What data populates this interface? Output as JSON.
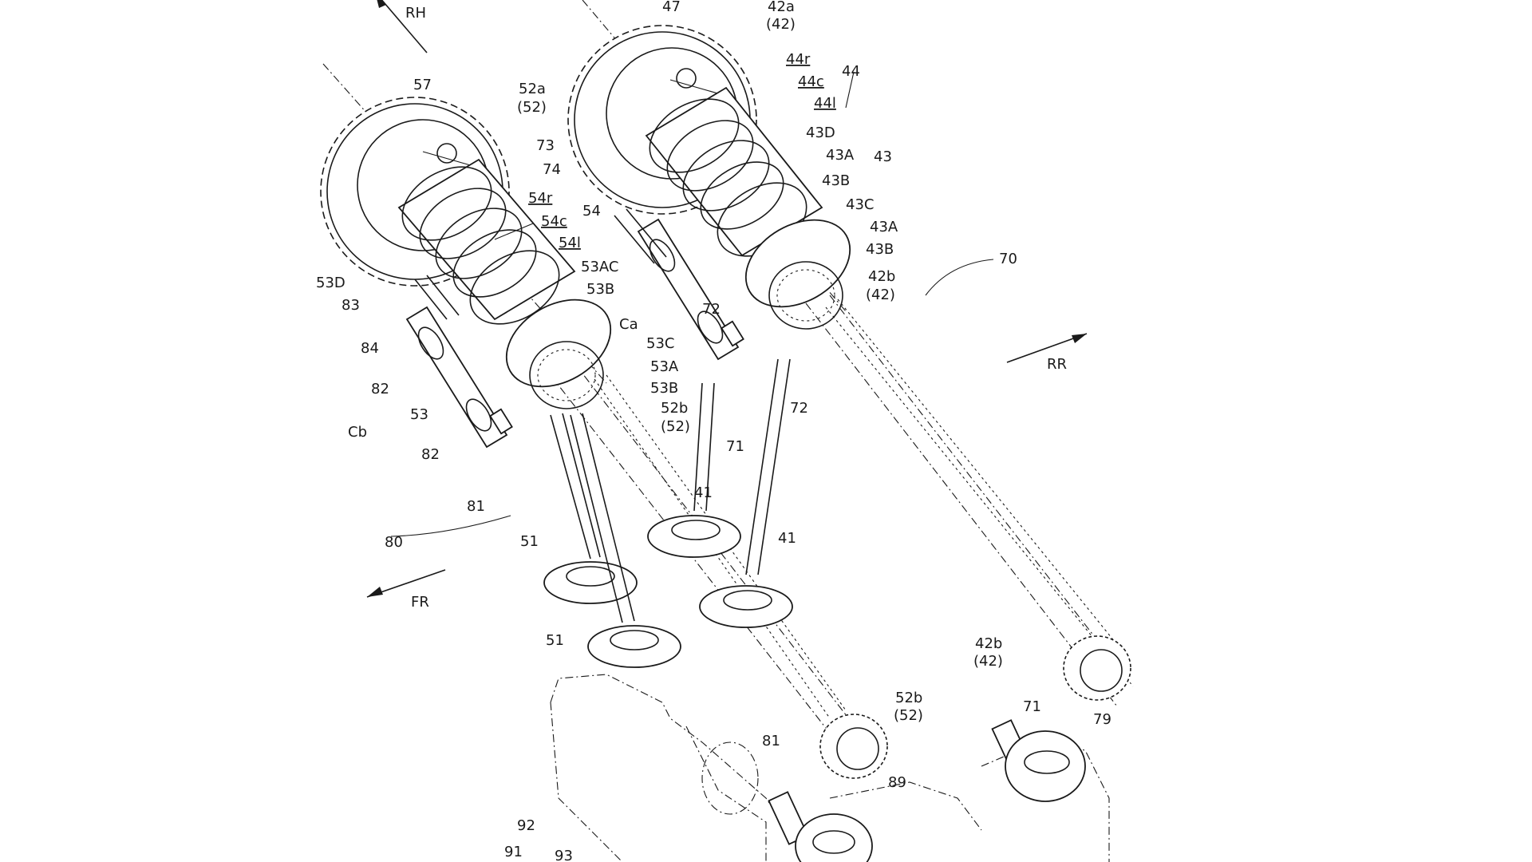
{
  "diagram": {
    "labels": [
      {
        "id": "RH",
        "text": "RH"
      },
      {
        "id": "47",
        "text": "47"
      },
      {
        "id": "42a",
        "text": "42a"
      },
      {
        "id": "42a-p",
        "text": "(42)"
      },
      {
        "id": "44r",
        "text": "44r"
      },
      {
        "id": "44",
        "text": "44"
      },
      {
        "id": "44c",
        "text": "44c"
      },
      {
        "id": "44l",
        "text": "44l"
      },
      {
        "id": "57",
        "text": "57"
      },
      {
        "id": "52a",
        "text": "52a"
      },
      {
        "id": "52a-p",
        "text": "(52)"
      },
      {
        "id": "43D",
        "text": "43D"
      },
      {
        "id": "73",
        "text": "73"
      },
      {
        "id": "43A-1",
        "text": "43A"
      },
      {
        "id": "43",
        "text": "43"
      },
      {
        "id": "74",
        "text": "74"
      },
      {
        "id": "43B-1",
        "text": "43B"
      },
      {
        "id": "54r",
        "text": "54r"
      },
      {
        "id": "43C",
        "text": "43C"
      },
      {
        "id": "54",
        "text": "54"
      },
      {
        "id": "54c",
        "text": "54c"
      },
      {
        "id": "43A-2",
        "text": "43A"
      },
      {
        "id": "54l",
        "text": "54l"
      },
      {
        "id": "43B-2",
        "text": "43B"
      },
      {
        "id": "70",
        "text": "70"
      },
      {
        "id": "53AC",
        "text": "53AC"
      },
      {
        "id": "42b-1",
        "text": "42b"
      },
      {
        "id": "53D",
        "text": "53D"
      },
      {
        "id": "53B-1",
        "text": "53B"
      },
      {
        "id": "42b-1p",
        "text": "(42)"
      },
      {
        "id": "83",
        "text": "83"
      },
      {
        "id": "72-1",
        "text": "72"
      },
      {
        "id": "Ca",
        "text": "Ca"
      },
      {
        "id": "53C",
        "text": "53C"
      },
      {
        "id": "RR",
        "text": "RR"
      },
      {
        "id": "84",
        "text": "84"
      },
      {
        "id": "53A",
        "text": "53A"
      },
      {
        "id": "82-1",
        "text": "82"
      },
      {
        "id": "53B-2",
        "text": "53B"
      },
      {
        "id": "72-2",
        "text": "72"
      },
      {
        "id": "52b-1",
        "text": "52b"
      },
      {
        "id": "53",
        "text": "53"
      },
      {
        "id": "52b-1p",
        "text": "(52)"
      },
      {
        "id": "Cb",
        "text": "Cb"
      },
      {
        "id": "71-1",
        "text": "71"
      },
      {
        "id": "82-2",
        "text": "82"
      },
      {
        "id": "41-1",
        "text": "41"
      },
      {
        "id": "81-1",
        "text": "81"
      },
      {
        "id": "41-2",
        "text": "41"
      },
      {
        "id": "51-1",
        "text": "51"
      },
      {
        "id": "80",
        "text": "80"
      },
      {
        "id": "FR",
        "text": "FR"
      },
      {
        "id": "51-2",
        "text": "51"
      },
      {
        "id": "42b-2",
        "text": "42b"
      },
      {
        "id": "42b-2p",
        "text": "(42)"
      },
      {
        "id": "52b-2",
        "text": "52b"
      },
      {
        "id": "52b-2p",
        "text": "(52)"
      },
      {
        "id": "71-2",
        "text": "71"
      },
      {
        "id": "79",
        "text": "79"
      },
      {
        "id": "81-2",
        "text": "81"
      },
      {
        "id": "89",
        "text": "89"
      },
      {
        "id": "92",
        "text": "92"
      },
      {
        "id": "91",
        "text": "91"
      },
      {
        "id": "93",
        "text": "93"
      }
    ]
  }
}
